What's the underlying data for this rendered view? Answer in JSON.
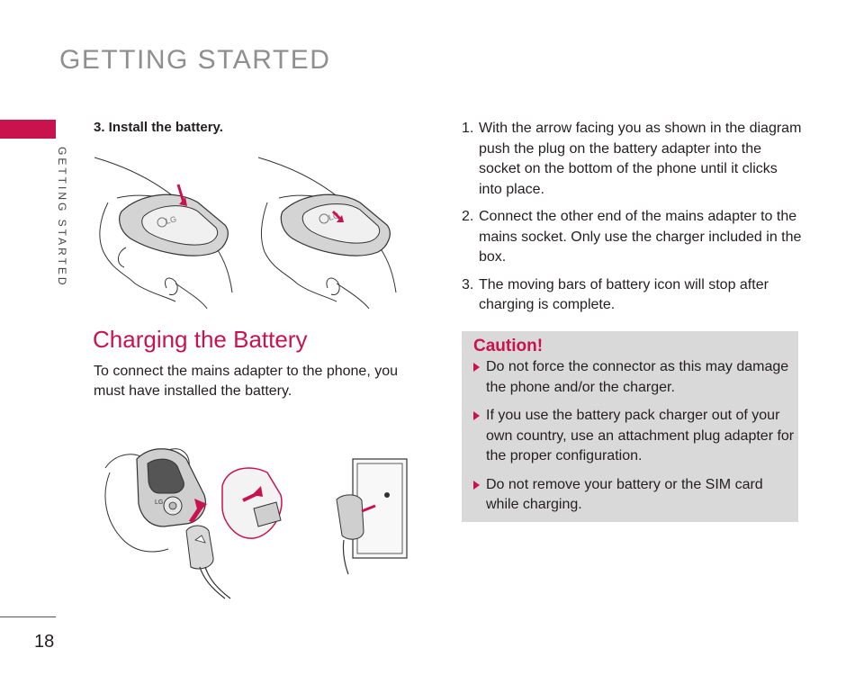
{
  "header": {
    "title": "GETTING STARTED"
  },
  "sidebar": {
    "label": "GETTING STARTED"
  },
  "footer": {
    "page_number": "18"
  },
  "left": {
    "step_heading": "3. Install the battery.",
    "section_title": "Charging the Battery",
    "intro": "To connect the mains adapter to the phone, you must have installed the battery."
  },
  "right": {
    "steps": [
      {
        "num": "1.",
        "text": "With the arrow facing you as shown in the diagram push the plug on the battery adapter into the socket on the bottom of the phone until it clicks into place."
      },
      {
        "num": "2.",
        "text": "Connect the other end of the mains adapter to the mains socket. Only use the charger included in the box."
      },
      {
        "num": "3.",
        "text": "The moving bars of battery icon will stop after charging is complete."
      }
    ],
    "caution": {
      "title": "Caution!",
      "items": [
        "Do not force the connector as this may damage the phone and/or the charger.",
        "If you use the battery pack charger out of your own country, use an attachment plug adapter for the proper configuration.",
        "Do not remove your battery or the SIM card while charging."
      ]
    }
  },
  "colors": {
    "accent": "#c8134f",
    "header_gray": "#8f8f8f",
    "caution_bg": "#d9d9d9"
  }
}
